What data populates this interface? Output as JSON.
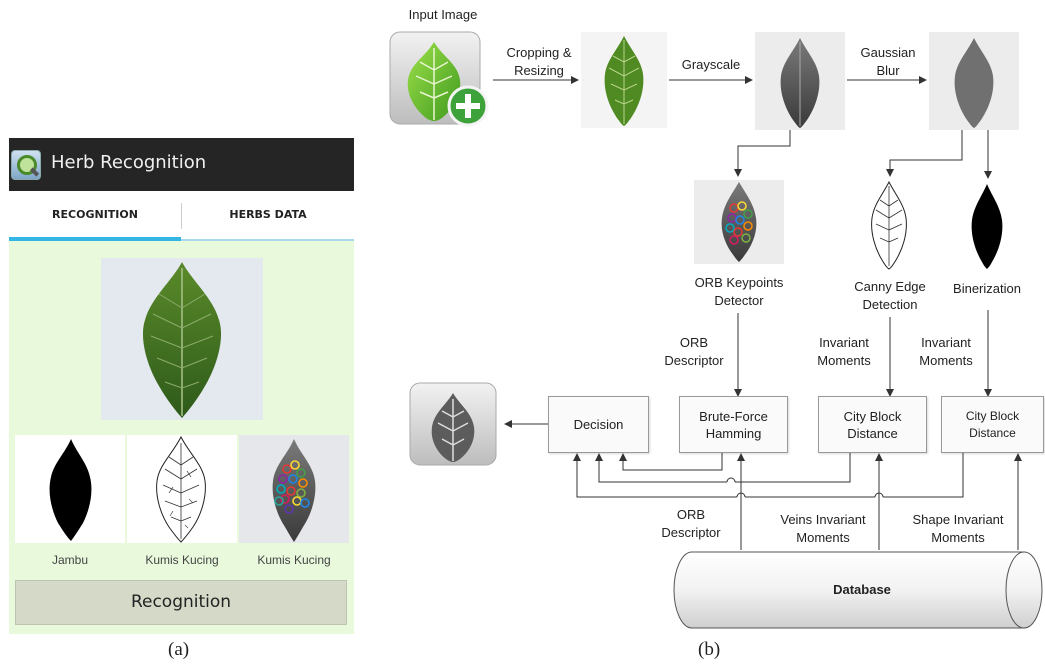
{
  "phone": {
    "app_title": "Herb Recognition",
    "tabs": [
      {
        "label": "RECOGNITION",
        "selected": true
      },
      {
        "label": "HERBS DATA",
        "selected": false
      }
    ],
    "thumbnails": [
      {
        "caption": "Jambu"
      },
      {
        "caption": "Kumis Kucing"
      },
      {
        "caption": "Kumis Kucing"
      }
    ],
    "recognition_button": "Recognition",
    "accent_color": "#33b5e5",
    "content_bg": "#e9f9dc"
  },
  "subcaptions": {
    "a": "(a)",
    "b": "(b)"
  },
  "diagram": {
    "input_label": "Input Image",
    "edge_cropping": "Cropping &",
    "edge_resizing": "Resizing",
    "edge_grayscale": "Grayscale",
    "edge_gaussian": "Gaussian",
    "edge_blur": "Blur",
    "orb_detector_1": "ORB Keypoints",
    "orb_detector_2": "Detector",
    "canny_1": "Canny Edge",
    "canny_2": "Detection",
    "binerization": "Binerization",
    "orb_desc_1": "ORB",
    "orb_desc_2": "Descriptor",
    "inv_mom_1": "Invariant",
    "inv_mom_2": "Moments",
    "inv_mom_b_1": "Invariant",
    "inv_mom_b_2": "Moments",
    "box_decision": "Decision",
    "box_bf_1": "Brute-Force",
    "box_bf_2": "Hamming",
    "box_cb1_1": "City Block",
    "box_cb1_2": "Distance",
    "box_cb2_1": "City Block",
    "box_cb2_2": "Distance",
    "db_orb_1": "ORB",
    "db_orb_2": "Descriptor",
    "db_veins_1": "Veins Invariant",
    "db_veins_2": "Moments",
    "db_shape_1": "Shape Invariant",
    "db_shape_2": "Moments",
    "database": "Database"
  }
}
